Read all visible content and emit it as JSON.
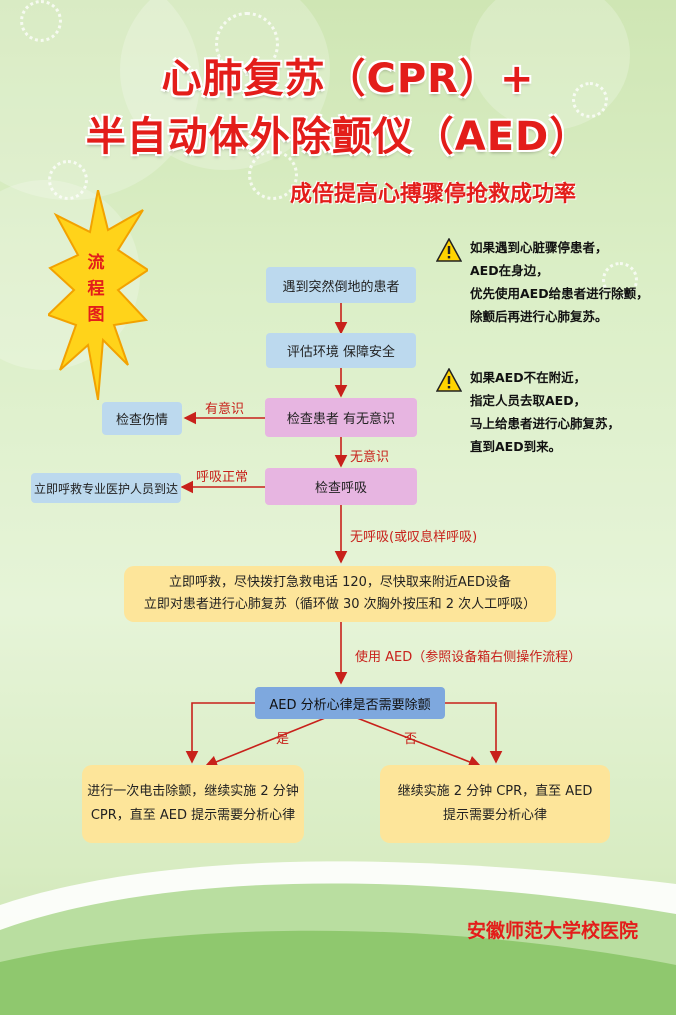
{
  "title": {
    "line1": "心肺复苏（CPR）+",
    "line2": "半自动体外除颤仪（AED）",
    "subtitle": "成倍提高心搏骤停抢救成功率"
  },
  "flow_label": [
    "流",
    "程",
    "图"
  ],
  "nodes": {
    "patient": "遇到突然倒地的患者",
    "assess": "评估环境 保障安全",
    "check_conscious": "检查患者 有无意识",
    "check_injury": "检查伤情",
    "check_breath": "检查呼吸",
    "call_pro": "立即呼救专业医护人员到达",
    "cpr_line1": "立即呼救，尽快拨打急救电话 120，尽快取来附近AED设备",
    "cpr_line2": "立即对患者进行心肺复苏（循环做 30 次胸外按压和 2 次人工呼吸）",
    "aed_analyze": "AED 分析心律是否需要除颤",
    "shock_line1": "进行一次电击除颤，继续实施 2 分钟",
    "shock_line2": "CPR，直至 AED 提示需要分析心律",
    "noshock_line1": "继续实施 2 分钟 CPR，直至 AED",
    "noshock_line2": "提示需要分析心律"
  },
  "edge_labels": {
    "conscious": "有意识",
    "unconscious": "无意识",
    "breathing_normal": "呼吸正常",
    "no_breathing": "无呼吸(或叹息样呼吸)",
    "use_aed": "使用 AED（参照设备箱右侧操作流程）",
    "yes": "是",
    "no": "否"
  },
  "notes": [
    [
      "如果遇到心脏骤停患者，",
      "AED在身边，",
      "优先使用AED给患者进行除颤，",
      "除颤后再进行心肺复苏。"
    ],
    [
      "如果AED不在附近，",
      "指定人员去取AED，",
      "马上给患者进行心肺复苏，",
      "直到AED到来。"
    ]
  ],
  "footer": "安徽师范大学校医院",
  "colors": {
    "accent": "#e31d1a",
    "arrow": "#c8211b",
    "blue": "#bcd9ee",
    "pink": "#e7b5e1",
    "yellow": "#fde59a",
    "aed": "#7ea8de"
  }
}
